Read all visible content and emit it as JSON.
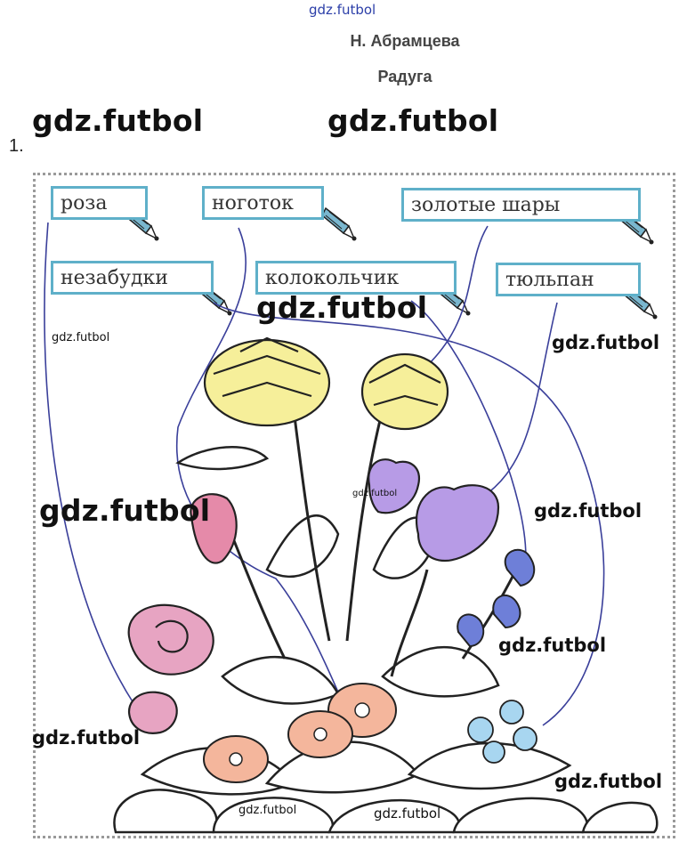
{
  "watermark_top": "gdz.futbol",
  "author": "Н. Абрамцева",
  "title": "Радуга",
  "task_number": "1.",
  "labels": [
    "роза",
    "ноготок",
    "золотые шары",
    "незабудки",
    "колокольчик",
    "тюльпан"
  ],
  "watermarks": {
    "w1": "gdz.futbol",
    "w2": "gdz.futbol",
    "w3": "gdz.futbol",
    "w4": "gdz.futbol",
    "w5": "gdz.futbol",
    "w6": "gdz.futbol",
    "w7": "gdz.futbol",
    "w8": "gdz.futbol",
    "w9": "gdz.futbol",
    "w10": "gdz.futbol",
    "w11": "gdz.futbol",
    "w12": "gdz.futbol",
    "w13": "gdz.futbol"
  },
  "colors": {
    "label_border": "#5fb0c9",
    "connector_line": "#3a3f9a",
    "pencil": "#7ab7cf"
  }
}
